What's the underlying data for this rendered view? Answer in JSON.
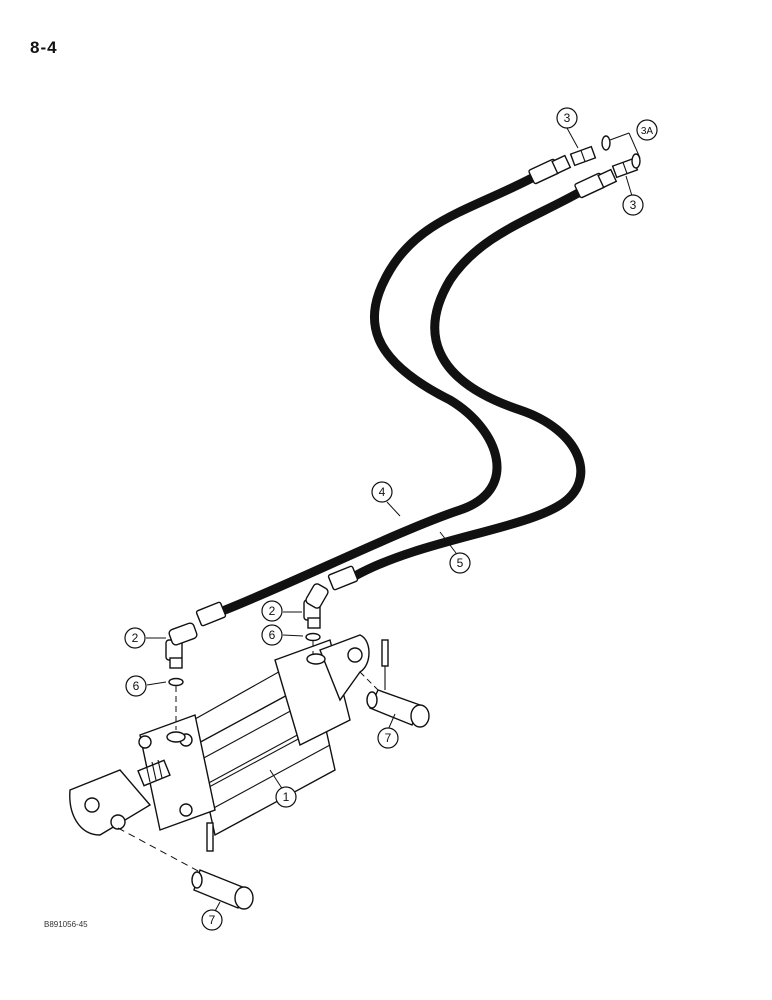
{
  "page": {
    "number": "8-4",
    "figure_code": "B891056-45"
  },
  "callouts": [
    {
      "id": "c3-top",
      "label": "3"
    },
    {
      "id": "c3a",
      "label": "3A"
    },
    {
      "id": "c3-right",
      "label": "3"
    },
    {
      "id": "c4",
      "label": "4"
    },
    {
      "id": "c5",
      "label": "5"
    },
    {
      "id": "c2-left",
      "label": "2"
    },
    {
      "id": "c2-right",
      "label": "2"
    },
    {
      "id": "c6-left",
      "label": "6"
    },
    {
      "id": "c6-right",
      "label": "6"
    },
    {
      "id": "c1",
      "label": "1"
    },
    {
      "id": "c7-right",
      "label": "7"
    },
    {
      "id": "c7-bottom",
      "label": "7"
    }
  ]
}
